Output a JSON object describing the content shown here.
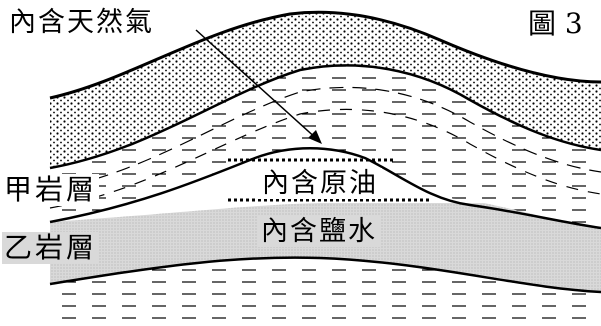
{
  "labels": {
    "gas": "內含天然氣",
    "figure": "圖 3",
    "oil": "內含原油",
    "brine": "內含鹽水",
    "layer_a": "甲岩層",
    "layer_b": "乙岩層"
  },
  "colors": {
    "ink": "#000000",
    "brine_fill": "#d9d9d9",
    "paper": "#ffffff"
  }
}
